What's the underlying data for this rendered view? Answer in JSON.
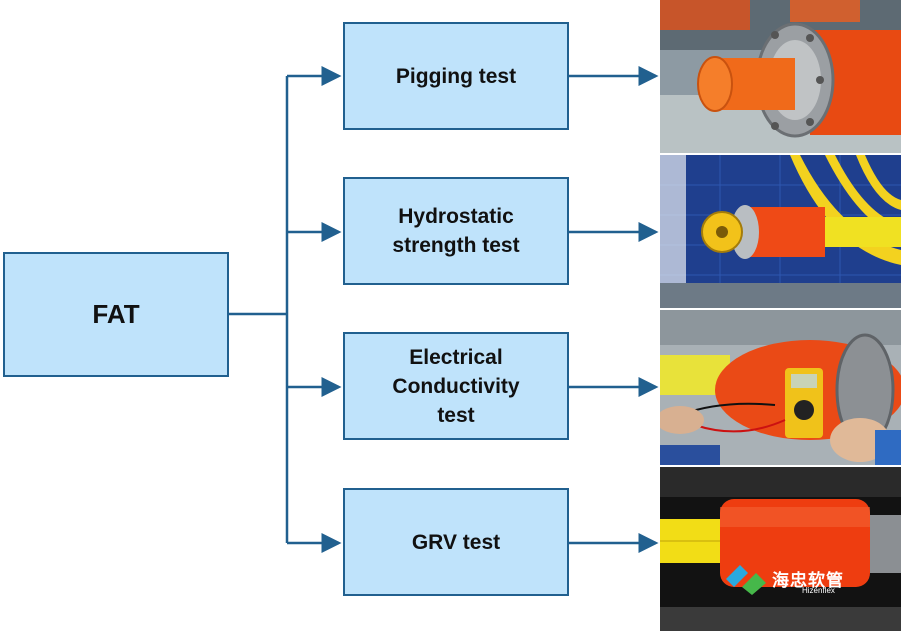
{
  "diagram": {
    "root": {
      "label": "FAT"
    },
    "children": [
      {
        "label": "Pigging test",
        "photo": "orange pipe end with steel flange"
      },
      {
        "label": "Hydrostatic\nstrength test",
        "photo": "pipe end fitting with yellow bolts on blue wall"
      },
      {
        "label": "Electrical\nConductivity\ntest",
        "photo": "multimeter measuring orange pipe"
      },
      {
        "label": "GRV test",
        "photo": "orange sleeve on yellow pipe"
      }
    ]
  },
  "watermark": {
    "name": "海忠软管",
    "sub": "Hizenflex"
  },
  "colors": {
    "box_fill": "#bfe3fb",
    "box_border": "#21608f",
    "connector": "#21608f"
  }
}
